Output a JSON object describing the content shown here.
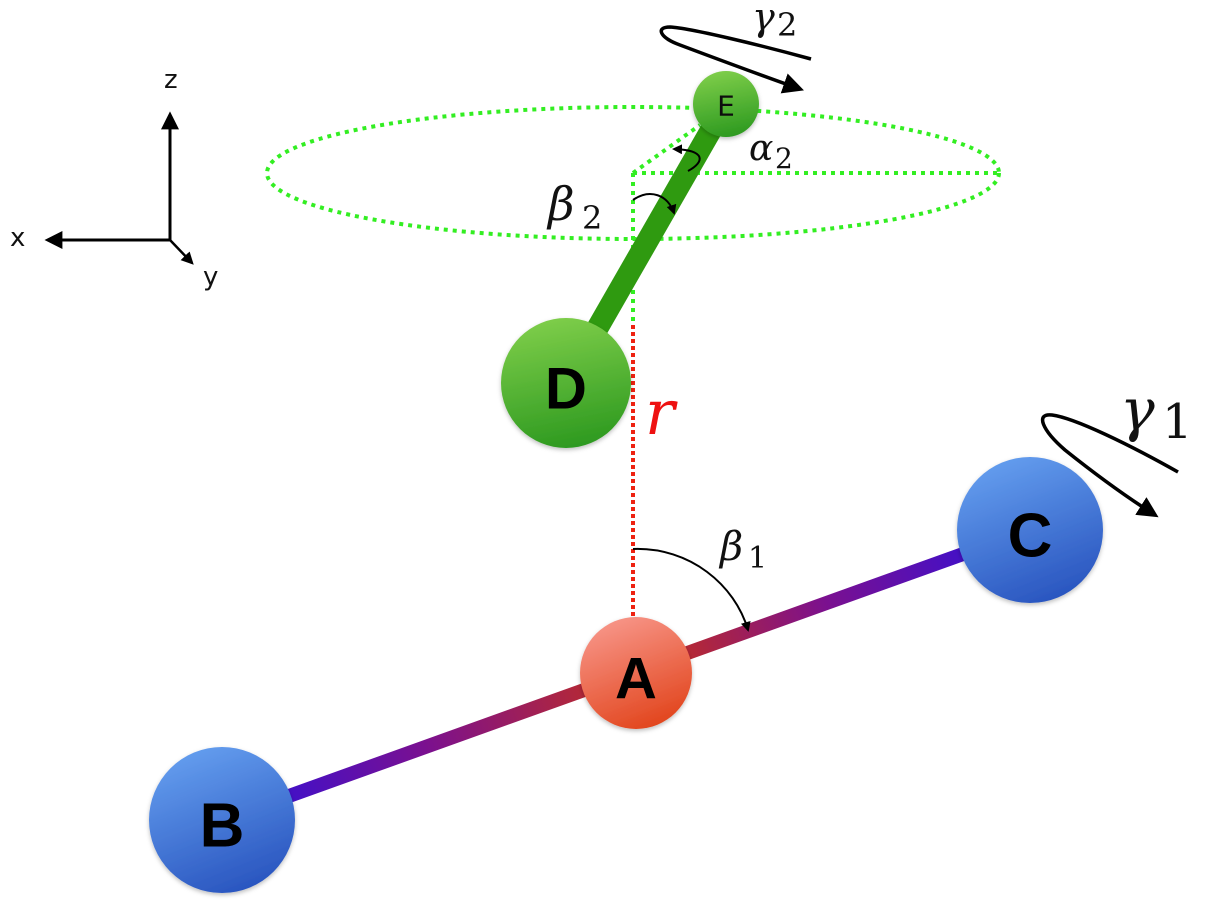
{
  "axes": {
    "x_label": "x",
    "y_label": "y",
    "z_label": "z"
  },
  "nodes": {
    "A": {
      "label": "A",
      "color_top": "#f8988c",
      "color_bottom": "#e2461e"
    },
    "B": {
      "label": "B",
      "color_top": "#66a0f0",
      "color_bottom": "#2a56c0"
    },
    "C": {
      "label": "C",
      "color_top": "#66a0f0",
      "color_bottom": "#2a56c0"
    },
    "D": {
      "label": "D",
      "color_top": "#7fce4a",
      "color_bottom": "#2e9a20"
    },
    "E": {
      "label": "E",
      "color_top": "#7fce4a",
      "color_bottom": "#2e9a20"
    }
  },
  "bonds": {
    "BC_gradient": {
      "end_color": "#2a10e0",
      "mid_color": "#7a1090",
      "center_color": "#c83018"
    },
    "DE_color": "#2f9a10"
  },
  "annotations": {
    "r": {
      "symbol": "r",
      "color": "#ee1111"
    },
    "beta1": {
      "symbol": "β",
      "subscript": "1"
    },
    "beta2": {
      "symbol": "β",
      "subscript": "2"
    },
    "alpha2": {
      "symbol": "α",
      "subscript": "2"
    },
    "gamma1": {
      "symbol": "γ",
      "subscript": "1"
    },
    "gamma2": {
      "symbol": "γ",
      "subscript": "2"
    }
  },
  "guide_color": "#33ee22",
  "r_line_color": "#ee2211"
}
